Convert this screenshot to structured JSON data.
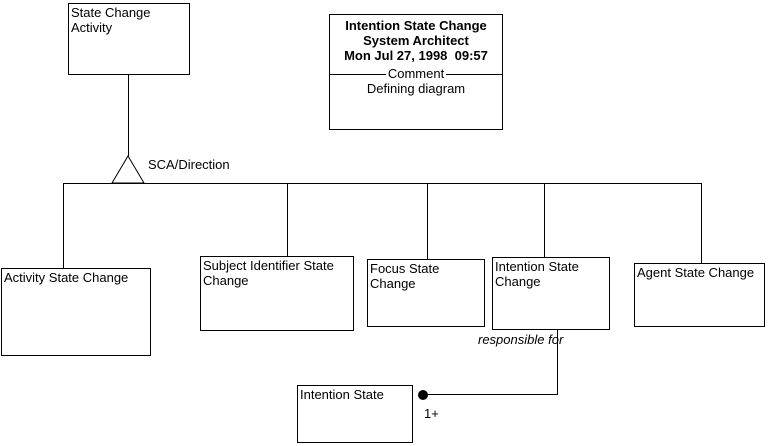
{
  "diagram": {
    "parent_box": {
      "label": "State Change Activity"
    },
    "title_block": {
      "title": "Intention State Change",
      "author": "System Architect",
      "datetime": "Mon Jul 27, 1998  09:57",
      "separator_label": "Comment",
      "comment": "Defining diagram"
    },
    "branch_label": "SCA/Direction",
    "child_boxes": [
      {
        "label": "Activity State Change"
      },
      {
        "label": "Subject Identifier State Change"
      },
      {
        "label": "Focus State Change"
      },
      {
        "label": "Intention State Change"
      },
      {
        "label": "Agent State Change"
      }
    ],
    "relationship": {
      "label": "responsible for",
      "cardinality": "1+"
    },
    "related_box": {
      "label": "Intention State"
    },
    "colors": {
      "line": "#000000",
      "background": "#ffffff",
      "box_fill": "#ffffff"
    }
  }
}
